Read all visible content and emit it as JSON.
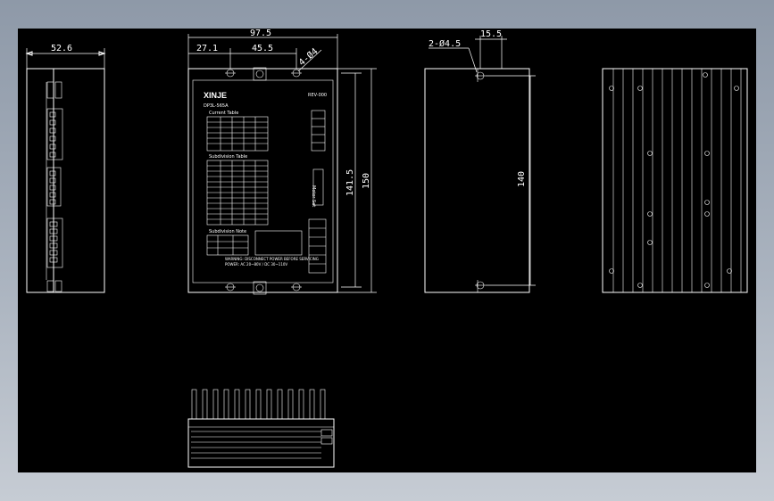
{
  "colors": {
    "background": "#000000",
    "lines": "#ffffff",
    "window": "#9aa4b2"
  },
  "views": {
    "side": {
      "width_dim": "52.6"
    },
    "front": {
      "width_dim": "97.5",
      "dim_left": "27.1",
      "dim_mid": "45.5",
      "hole_dim": "4-Ø4",
      "height_dim_inner": "141.5",
      "height_dim_outer": "150",
      "logo": "XINJE",
      "model": "DP3L-565A",
      "rev": "REV-000",
      "table_title_1": "Current Table",
      "table_title_2": "Subdivision Table",
      "table_title_3": "Subdivision Note",
      "footer_1": "WARNING: DISCONNECT POWER BEFORE SERVICING",
      "footer_2": "POWER: AC 20~80V / DC 30~110V",
      "side_label": "Motor Set"
    },
    "back": {
      "hole_dim": "2-Ø4.5",
      "offset_dim": "15.5",
      "height_dim": "140"
    }
  }
}
